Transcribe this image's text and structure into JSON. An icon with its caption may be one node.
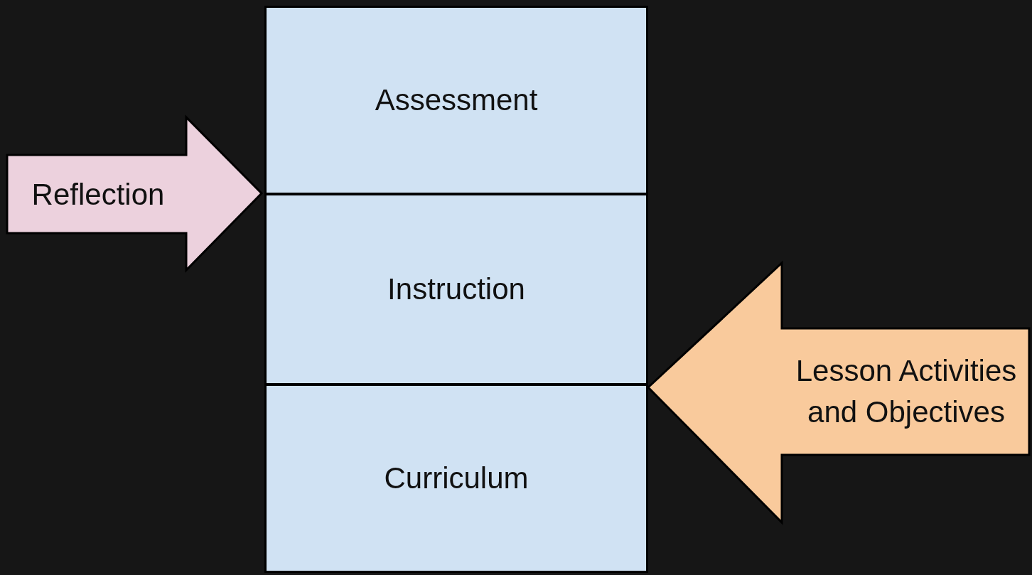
{
  "diagram": {
    "nodes": [
      {
        "text": [
          "Assessment"
        ]
      },
      {
        "text": [
          "Instruction"
        ]
      },
      {
        "text": [
          "Curriculum"
        ]
      },
      {
        "text": [
          "Reflection"
        ]
      },
      {
        "text": [
          "Lesson Activities and Objectives"
        ]
      }
    ]
  }
}
